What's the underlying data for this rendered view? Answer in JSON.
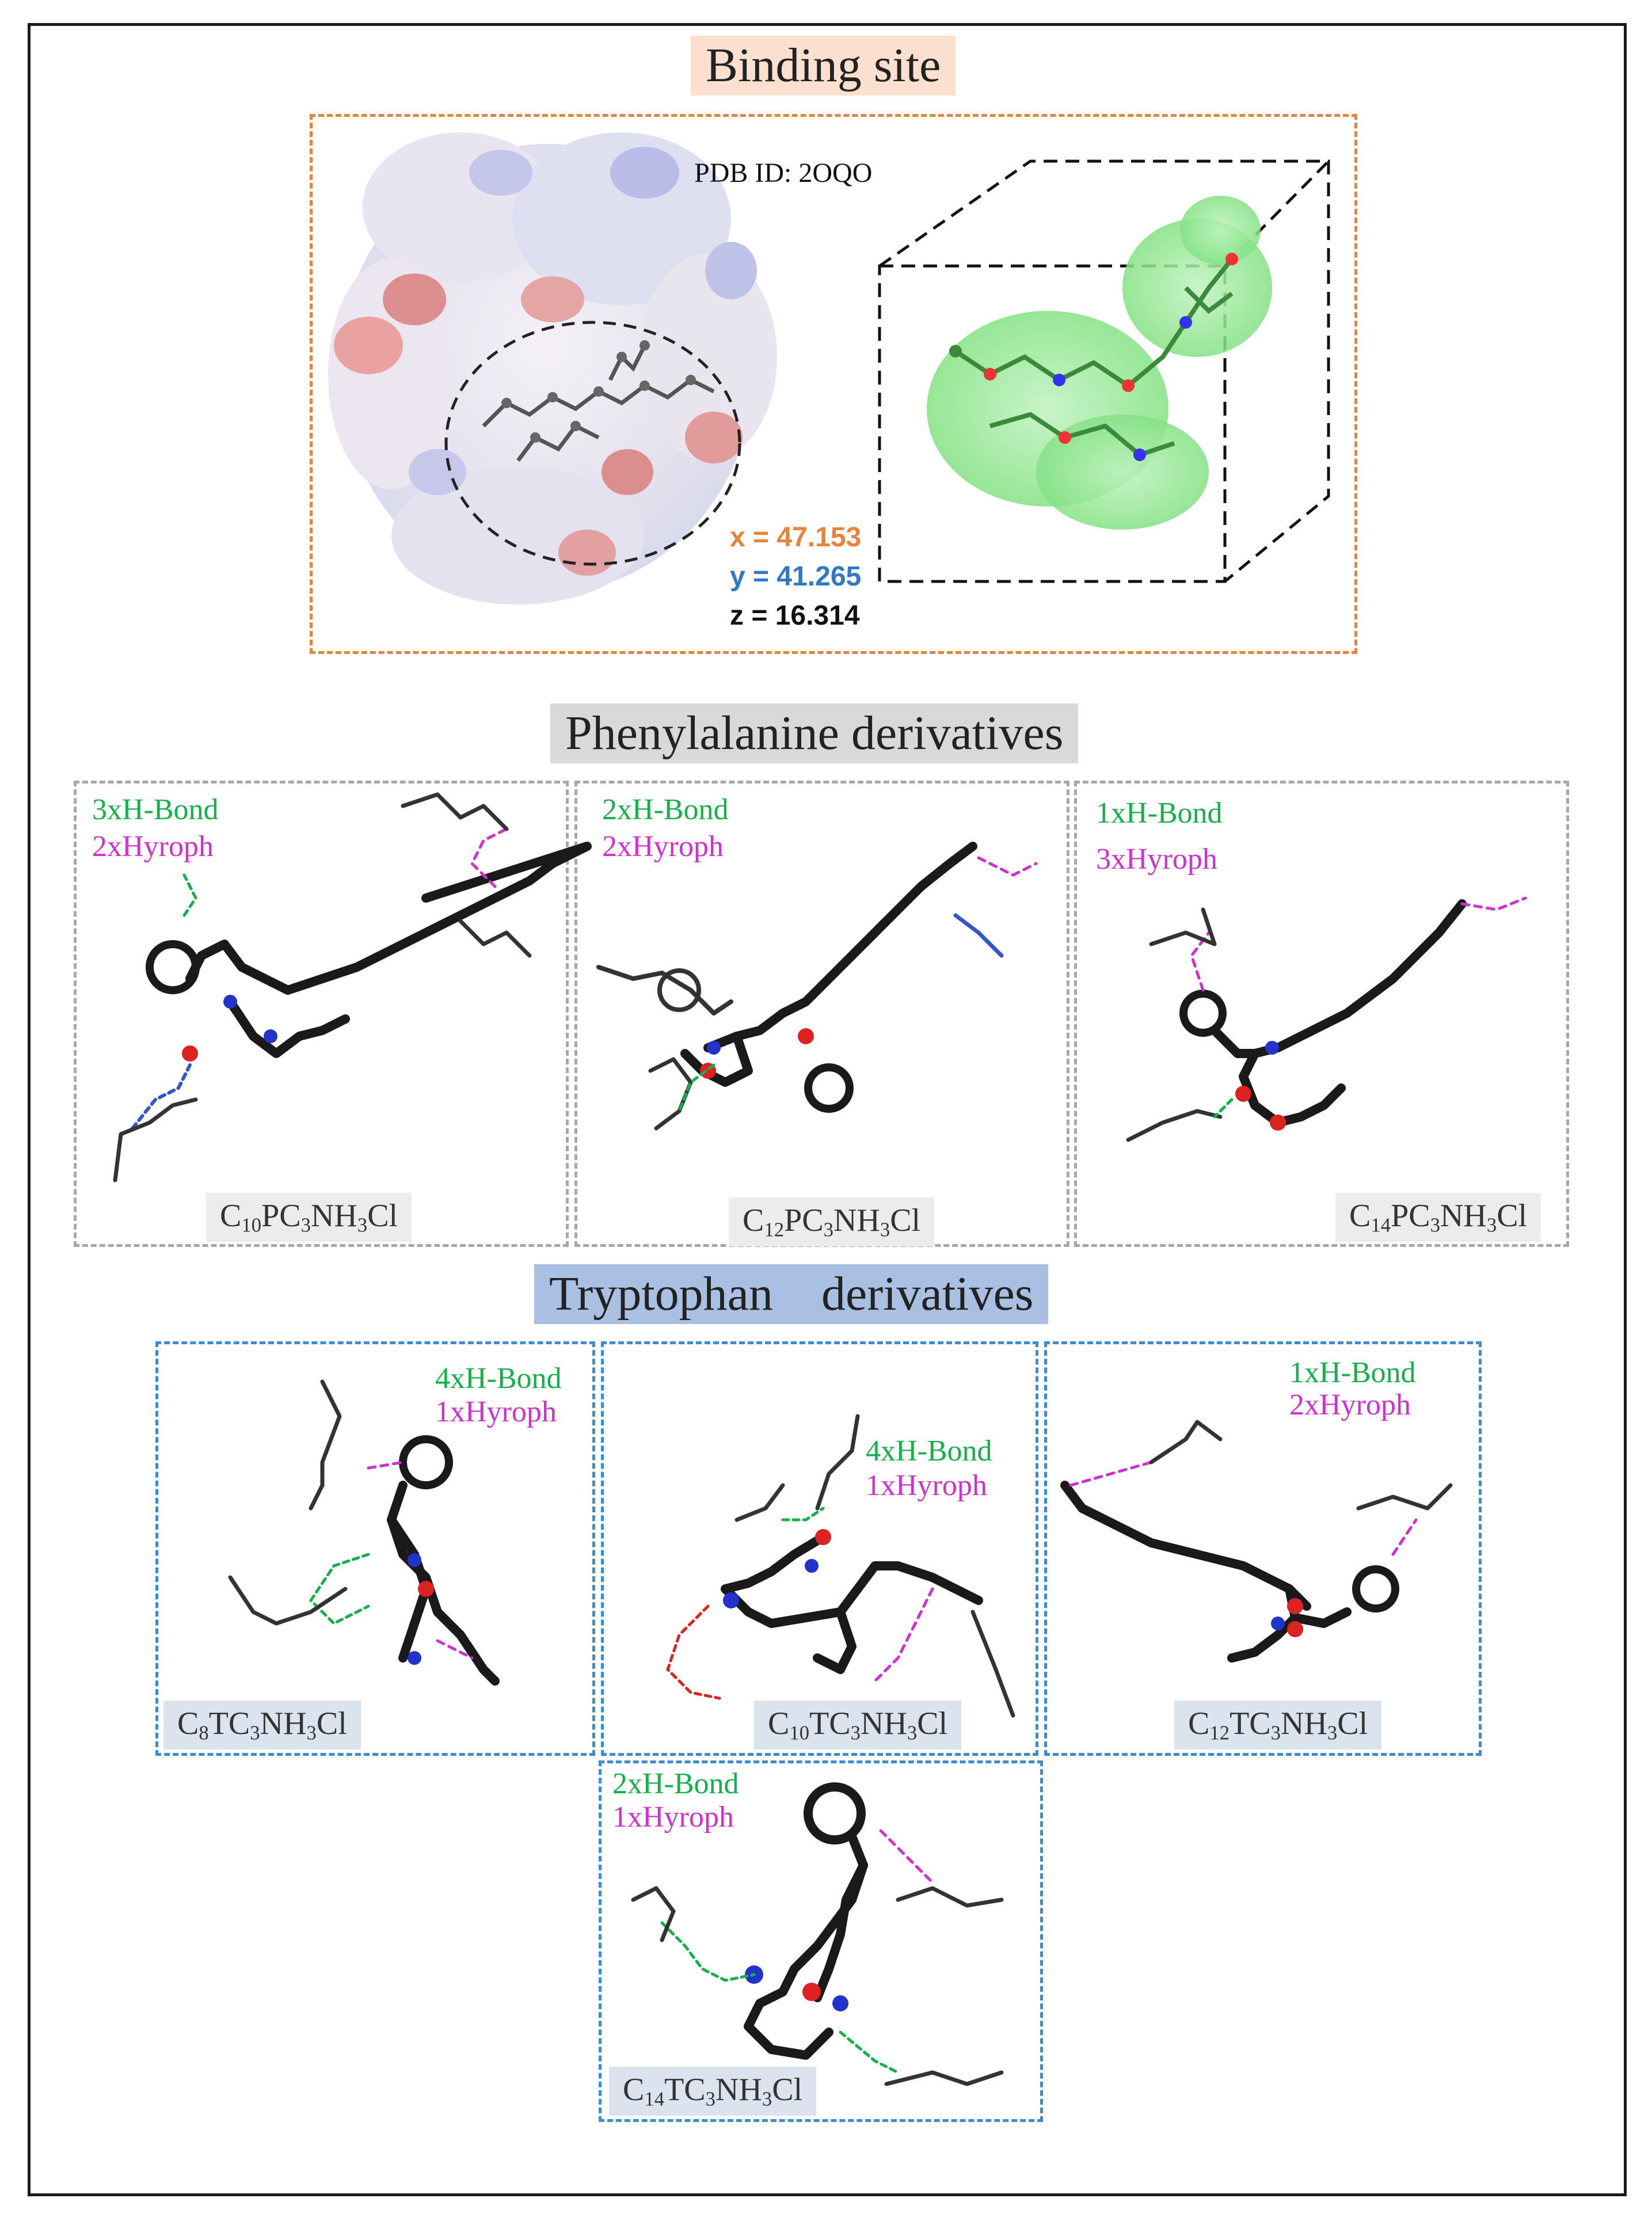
{
  "binding_site": {
    "title": "Binding site",
    "pdb": "PDB ID: 2OQO",
    "coords": {
      "x": "x = 47.153",
      "y": "y = 41.265",
      "z": "z = 16.314"
    },
    "colors": {
      "x": "#e8833a",
      "y": "#2f78c4",
      "z": "#111111"
    }
  },
  "phenylalanine": {
    "title": "Phenylalanine derivatives",
    "panels": [
      {
        "hbond": "3xH-Bond",
        "hydroph": "2xHyroph",
        "compound": {
          "c": "C",
          "n": "10",
          "mid": "PC",
          "n2": "3",
          "tail": "NH",
          "n3": "3",
          "end": "Cl"
        }
      },
      {
        "hbond": "2xH-Bond",
        "hydroph": "2xHyroph",
        "compound": {
          "c": "C",
          "n": "12",
          "mid": "PC",
          "n2": "3",
          "tail": "NH",
          "n3": "3",
          "end": "Cl"
        }
      },
      {
        "hbond": "1xH-Bond",
        "hydroph": "3xHyroph",
        "compound": {
          "c": "C",
          "n": "14",
          "mid": "PC",
          "n2": "3",
          "tail": "NH",
          "n3": "3",
          "end": "Cl"
        }
      }
    ]
  },
  "tryptophan": {
    "title": "Tryptophan    derivatives",
    "panels": [
      {
        "hbond": "4xH-Bond",
        "hydroph": "1xHyroph",
        "compound": {
          "c": "C",
          "n": "8",
          "mid": "TC",
          "n2": "3",
          "tail": "NH",
          "n3": "3",
          "end": "Cl"
        }
      },
      {
        "hbond": "4xH-Bond",
        "hydroph": "1xHyroph",
        "compound": {
          "c": "C",
          "n": "10",
          "mid": "TC",
          "n2": "3",
          "tail": "NH",
          "n3": "3",
          "end": "Cl"
        }
      },
      {
        "hbond": "1xH-Bond",
        "hydroph": "2xHyroph",
        "compound": {
          "c": "C",
          "n": "12",
          "mid": "TC",
          "n2": "3",
          "tail": "NH",
          "n3": "3",
          "end": "Cl"
        }
      },
      {
        "hbond": "2xH-Bond",
        "hydroph": "1xHyroph",
        "compound": {
          "c": "C",
          "n": "14",
          "mid": "TC",
          "n2": "3",
          "tail": "NH",
          "n3": "3",
          "end": "Cl"
        }
      }
    ]
  },
  "colors": {
    "hbond": "#14b14a",
    "hydroph": "#d22fd2",
    "binding_title_bg": "#fbe0d0",
    "phe_title_bg": "#d9d9d9",
    "trp_title_bg": "#a9c0e3"
  }
}
